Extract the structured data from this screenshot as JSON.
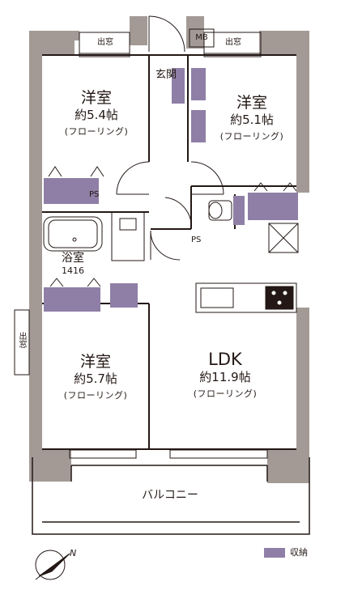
{
  "colors": {
    "wall": "#a39a96",
    "storage": "#8f7fa6",
    "line": "#231815",
    "background": "#ffffff"
  },
  "rooms": {
    "western_top_left": {
      "name": "洋室",
      "area": "約5.4帖",
      "floor": "(フローリング)"
    },
    "western_top_right": {
      "name": "洋室",
      "area": "約5.1帖",
      "floor": "(フローリング)"
    },
    "western_bottom_left": {
      "name": "洋室",
      "area": "約5.7帖",
      "floor": "(フローリング)"
    },
    "ldk": {
      "name": "LDK",
      "area": "約11.9帖",
      "floor": "(フローリング)"
    },
    "bath": {
      "name": "浴室",
      "size": "1416"
    },
    "entrance": {
      "name": "玄関"
    },
    "balcony": {
      "name": "バルコニー"
    }
  },
  "labels": {
    "window_top_left": "出窓",
    "window_top_right": "出窓",
    "meter_box": "MB",
    "pipe_space_1": "PS",
    "pipe_space_2": "PS",
    "side_window": "出窓"
  },
  "legend": {
    "storage_label": "収納"
  },
  "compass": {
    "north_letter": "N"
  }
}
